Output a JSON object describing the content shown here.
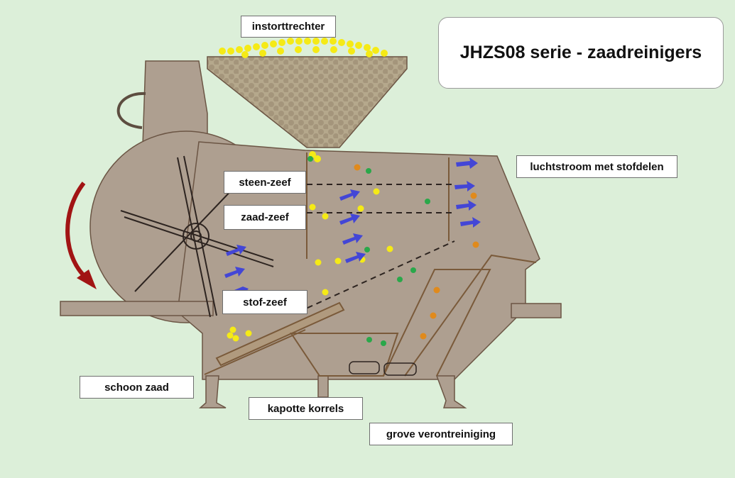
{
  "title": "JHZS08 serie - zaadreinigers",
  "labels": {
    "hopper": "instorttrechter",
    "airflow": "luchtstroom met stofdelen",
    "stone_sieve": "steen-zeef",
    "seed_sieve": "zaad-zeef",
    "dust_sieve": "stof-zeef",
    "clean_seed": "schoon zaad",
    "broken_kernels": "kapotte korrels",
    "coarse_impurity": "grove verontreiniging"
  },
  "colors": {
    "background": "#dcefd9",
    "machine_body": "#ae9f90",
    "machine_outline": "#6b5544",
    "hopper_fill": "#b3a58a",
    "seed_yellow": "#f5ea16",
    "dust_green": "#2aa84a",
    "debris_orange": "#e08a1c",
    "airflow_arrow": "#4346d6",
    "rotation_arrow": "#a11414"
  },
  "icons": {
    "rotation": "curved-arrow-icon",
    "airflow": "arrow-right-icon"
  }
}
